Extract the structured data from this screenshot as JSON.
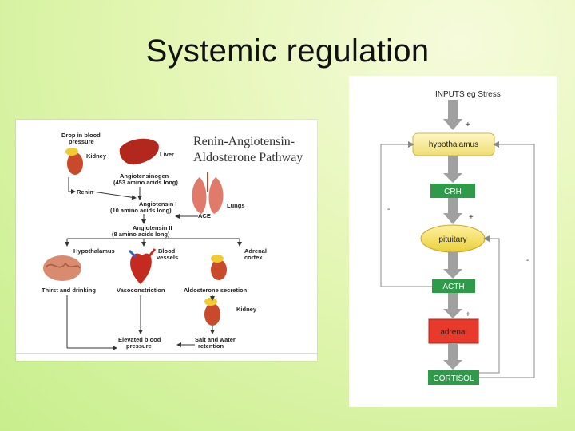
{
  "slide": {
    "title": "Systemic regulation"
  },
  "raas": {
    "title_line1": "Renin-Angiotensin-",
    "title_line2": "Aldosterone Pathway",
    "drop_bp_line1": "Drop in blood",
    "drop_bp_line2": "pressure",
    "kidney": "Kidney",
    "liver": "Liver",
    "renin": "Renin",
    "angiotensinogen_line1": "Angiotensinogen",
    "angiotensinogen_line2": "(453 amino acids long)",
    "angiotensin1_line1": "Angiotensin I",
    "angiotensin1_line2": "(10 amino acids long)",
    "lungs": "Lungs",
    "ace": "ACE",
    "angiotensin2_line1": "Angiotensin II",
    "angiotensin2_line2": "(8 amino acids long)",
    "hypothalamus": "Hypothalamus",
    "blood_vessels_line1": "Blood",
    "blood_vessels_line2": "vessels",
    "adrenal_cortex_line1": "Adrenal",
    "adrenal_cortex_line2": "cortex",
    "thirst": "Thirst and drinking",
    "vasoconstriction": "Vasoconstriction",
    "aldosterone": "Aldosterone secretion",
    "kidney2": "Kidney",
    "elevated_bp_line1": "Elevated blood",
    "elevated_bp_line2": "pressure",
    "salt_water_line1": "Salt and water",
    "salt_water_line2": "retention"
  },
  "hpa": {
    "inputs": "INPUTS eg Stress",
    "hypothalamus": "hypothalamus",
    "crh": "CRH",
    "pituitary": "pituitary",
    "acth": "ACTH",
    "adrenal": "adrenal",
    "cortisol": "CORTISOL",
    "plus": "+",
    "minus": "-"
  },
  "colors": {
    "hpa_box_green": "#2e9a4a",
    "hpa_box_yellow": "#f2e27a",
    "hpa_box_red": "#e83a2a",
    "hpa_arrow": "#9a9a9a"
  }
}
